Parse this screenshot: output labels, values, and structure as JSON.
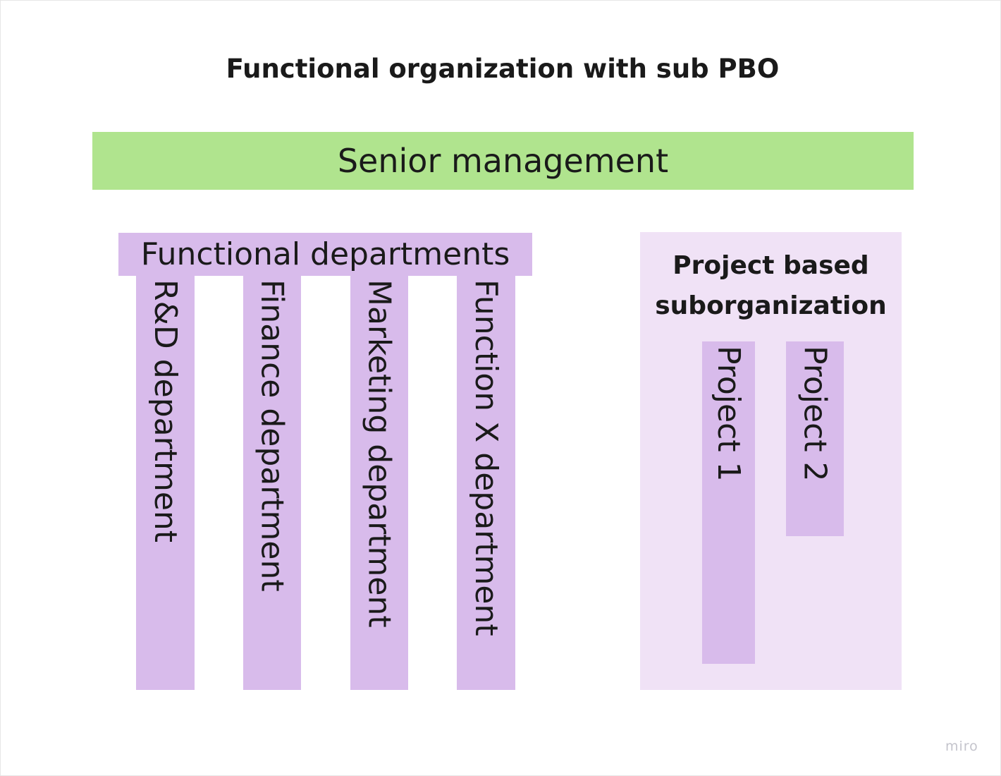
{
  "title": "Functional organization with sub PBO",
  "senior_management": "Senior management",
  "functional": {
    "header": "Functional departments",
    "departments": [
      "R&D department",
      "Finance department",
      "Marketing department",
      "Function X department"
    ]
  },
  "pbo": {
    "title_line1": "Project based",
    "title_line2": "suborganization",
    "projects": [
      "Project 1",
      "Project 2"
    ]
  },
  "watermark": "miro",
  "colors": {
    "senior": "#b0e48e",
    "department": "#d8bbeb",
    "pbo_background": "#f0e2f6"
  }
}
